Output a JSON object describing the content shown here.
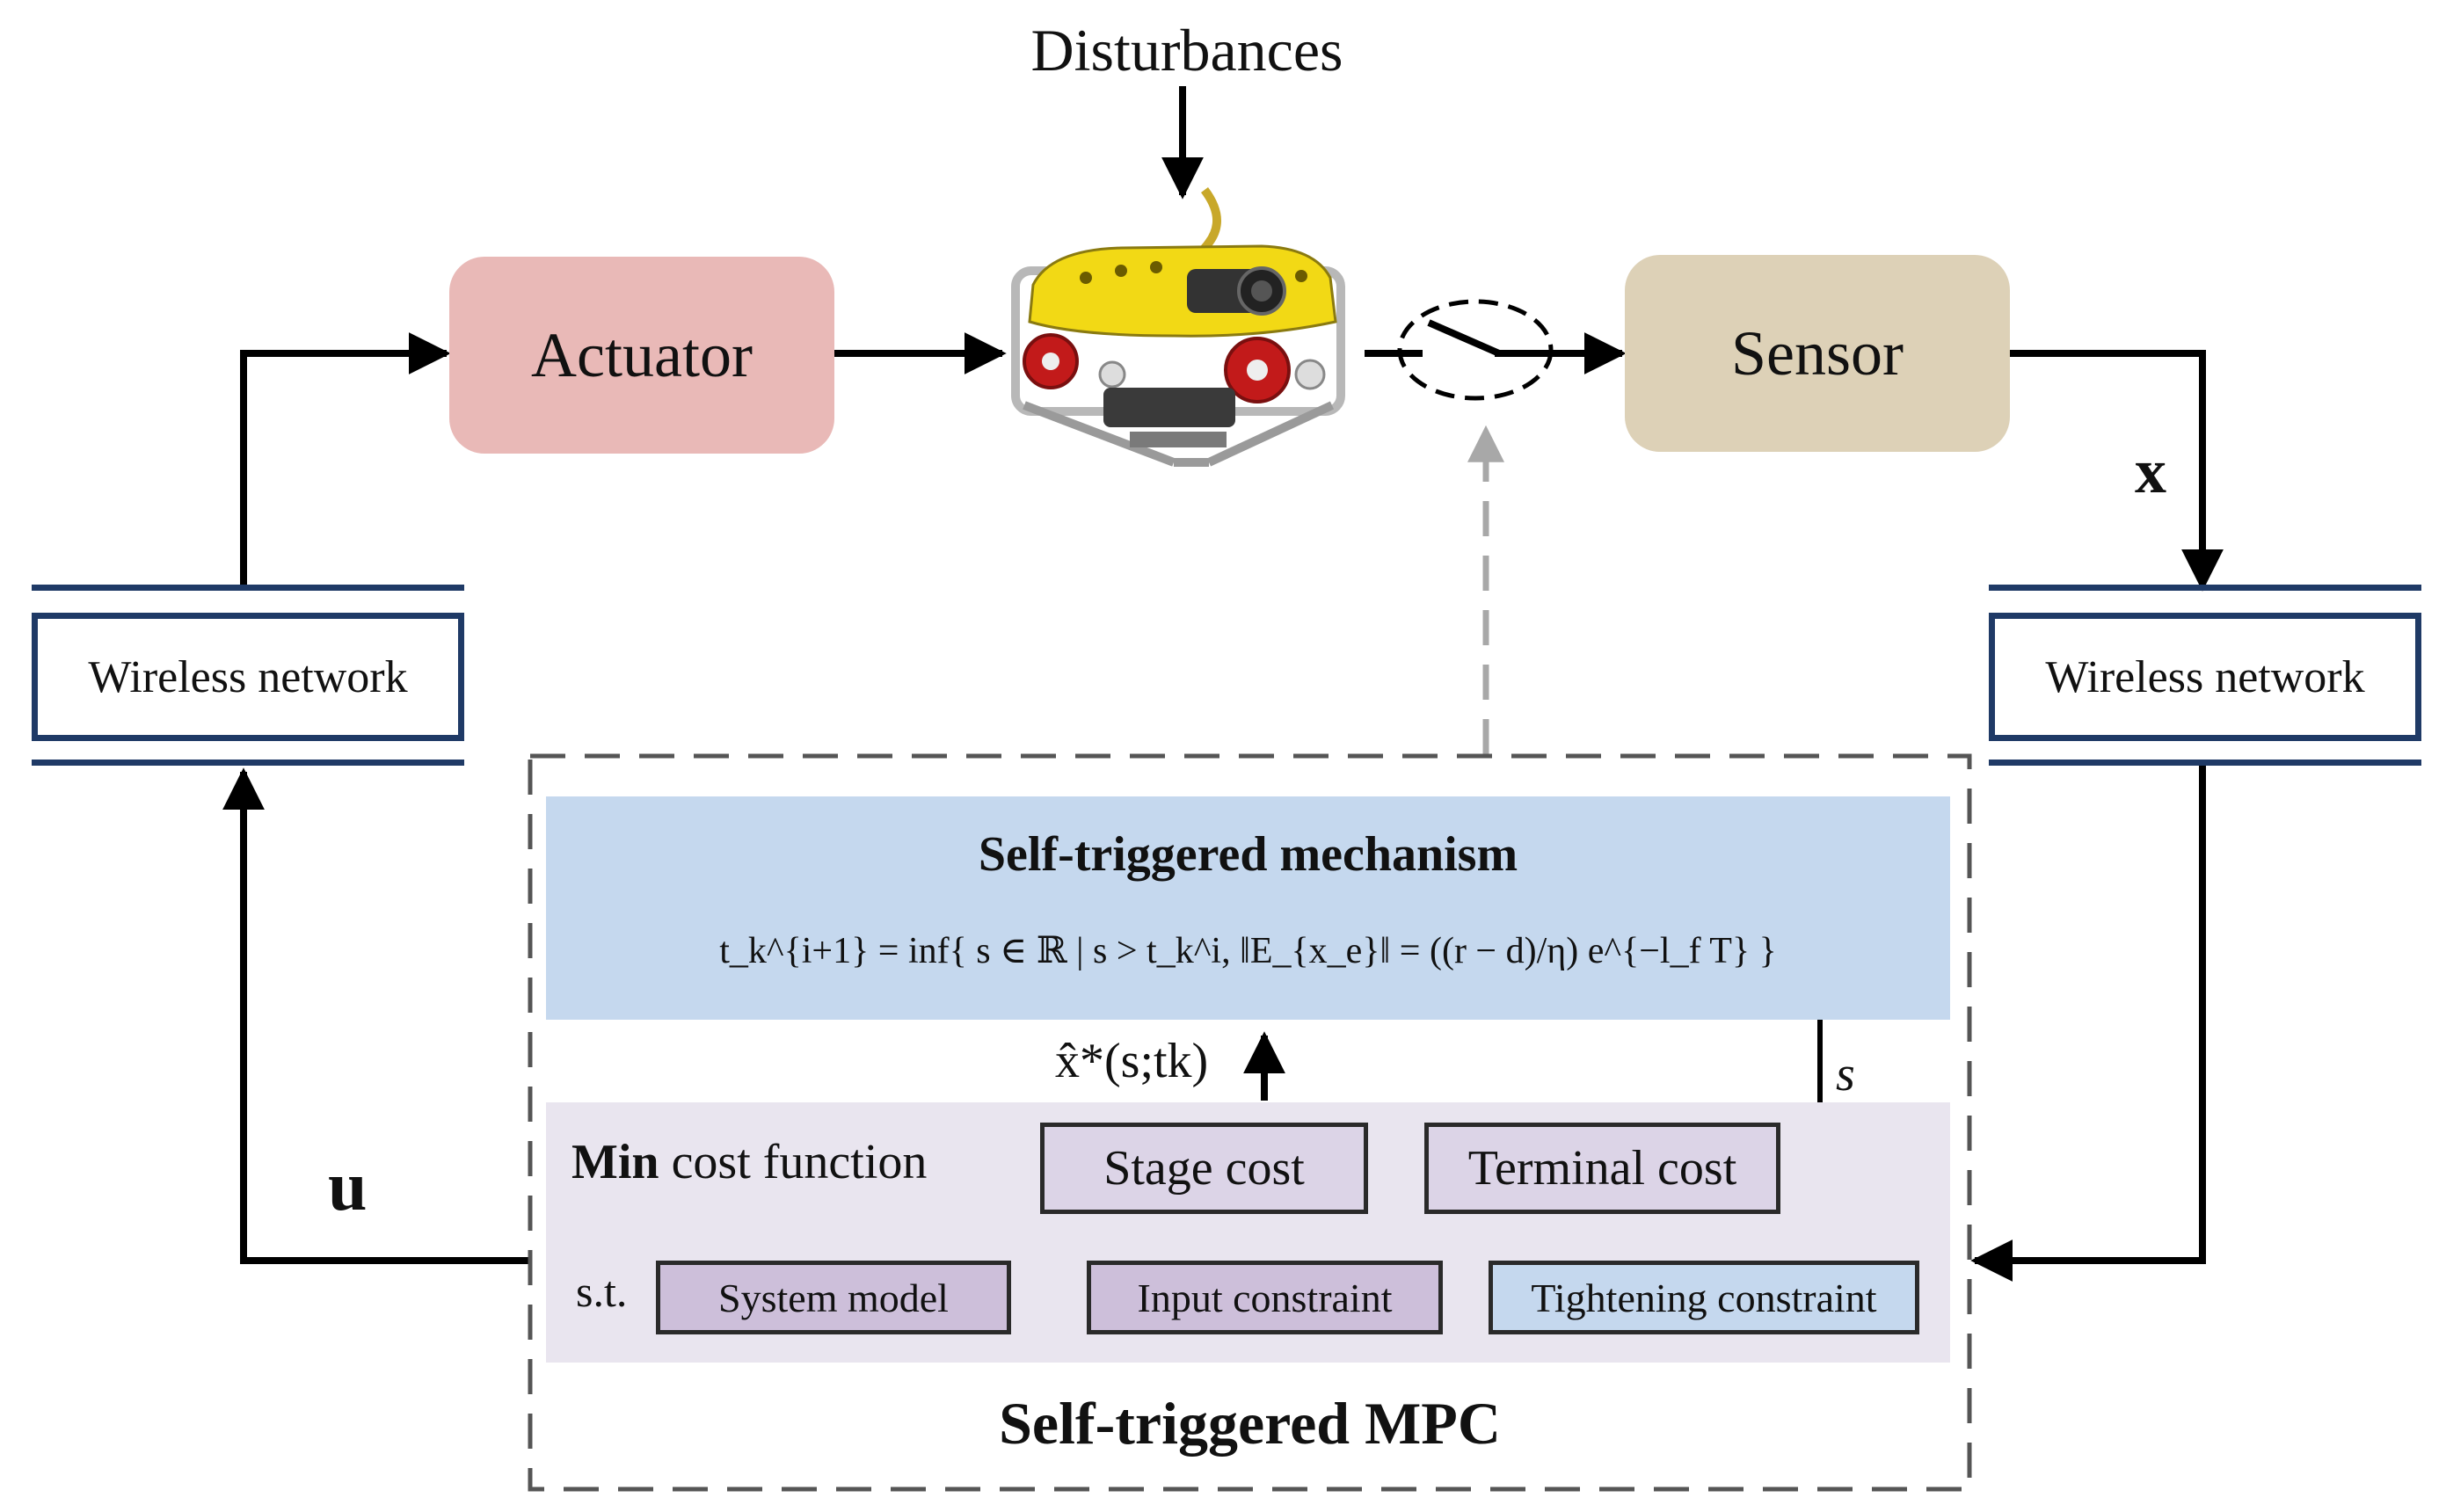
{
  "diagram": {
    "disturbances_label": "Disturbances",
    "actuator_label": "Actuator",
    "sensor_label": "Sensor",
    "wireless_left_label": "Wireless network",
    "wireless_right_label": "Wireless network",
    "state_signal_label": "x",
    "control_signal_label": "u",
    "trigger_time_label": "s",
    "predicted_state_label": "x̂*(s;tk)",
    "self_triggered_mechanism": {
      "title": "Self-triggered mechanism",
      "formula": "t_k^{i+1} = inf{ s ∈ ℝ | s > t_k^i, ‖E_{x_e}‖ = ((r − d)/η) e^{−l_f T} }"
    },
    "mpc": {
      "title": "Self-triggered MPC",
      "min_prefix": "Min",
      "min_suffix": "cost function",
      "stage_cost": "Stage cost",
      "terminal_cost": "Terminal cost",
      "st_label": "s.t.",
      "system_model": "System model",
      "input_constraint": "Input constraint",
      "tightening_constraint": "Tightening constraint"
    },
    "colors": {
      "actuator": "#e9b9b7",
      "sensor": "#ddd1b7",
      "mechanism_panel": "#c5d8ee",
      "mpc_panel": "#e9e5ef",
      "network_border": "#1f3a66"
    },
    "icons": {
      "vehicle": "rov-underwater-vehicle-icon",
      "switch": "trigger-switch-icon"
    }
  }
}
